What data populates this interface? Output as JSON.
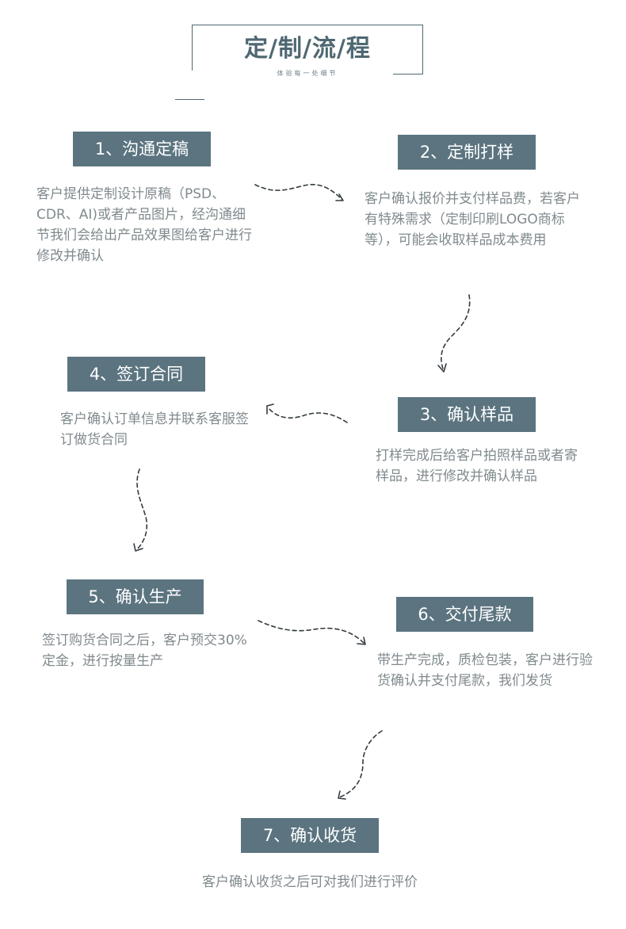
{
  "header": {
    "title": "定/制/流/程",
    "subtitle": "体验每一处细节"
  },
  "steps": [
    {
      "title": "1、沟通定稿",
      "desc": "客户提供定制设计原稿（PSD、CDR、AI)或者产品图片，经沟通细节我们会给出产品效果图给客户进行修改并确认"
    },
    {
      "title": "2、定制打样",
      "desc": "客户确认报价并支付样品费，若客户有特殊需求（定制印刷LOGO商标等），可能会收取样品成本费用"
    },
    {
      "title": "3、确认样品",
      "desc": "打样完成后给客户拍照样品或者寄样品，进行修改并确认样品"
    },
    {
      "title": "4、签订合同",
      "desc": "客户确认订单信息并联系客服签订做货合同"
    },
    {
      "title": "5、确认生产",
      "desc": "签订购货合同之后，客户预交30%定金，进行按量生产"
    },
    {
      "title": "6、交付尾款",
      "desc": "带生产完成，质检包装，客户进行验货确认并支付尾款，我们发货"
    },
    {
      "title": "7、确认收货",
      "desc": "客户确认收货之后可对我们进行评价"
    }
  ],
  "colors": {
    "box": "#5b7480",
    "box_text": "#ffffff",
    "desc_text": "#808a8e",
    "accent": "#4f6872"
  }
}
